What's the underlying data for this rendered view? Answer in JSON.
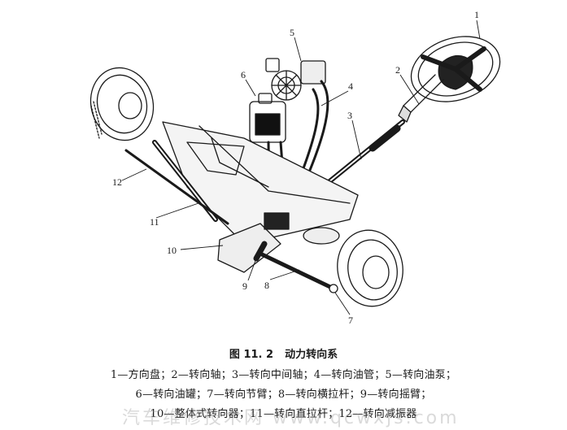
{
  "callouts": [
    "1",
    "2",
    "3",
    "4",
    "5",
    "6",
    "7",
    "8",
    "9",
    "10",
    "11",
    "12"
  ],
  "caption": {
    "number": "图 11. 2",
    "title": "动力转向系"
  },
  "legend": [
    "1—方向盘；2—转向轴；3—转向中间轴；4—转向油管；5—转向油泵；",
    "6—转向油罐；7—转向节臂；8—转向横拉杆；9—转向摇臂；",
    "10—整体式转向器；11—转向直拉杆；12—转向减振器"
  ],
  "watermark": "汽车维修技术网 www.qcwxjs.com"
}
